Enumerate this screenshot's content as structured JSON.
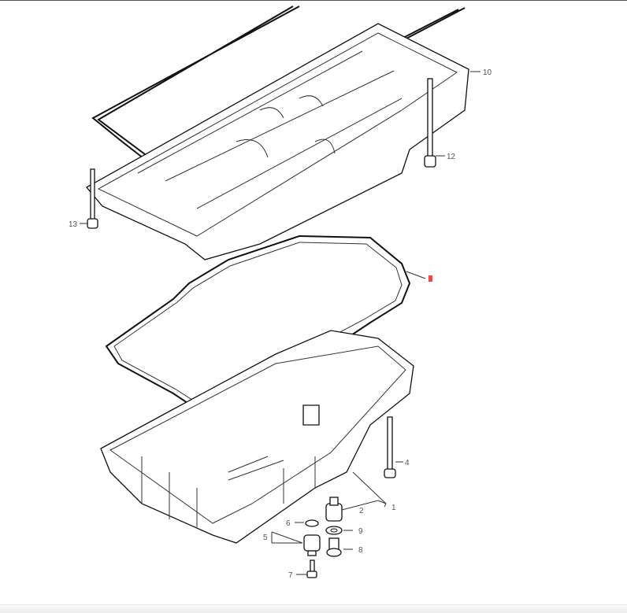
{
  "diagram": {
    "callouts": [
      {
        "id": "upper-pan",
        "label": "10"
      },
      {
        "id": "upper-bolt",
        "label": "12"
      },
      {
        "id": "side-bolt",
        "label": "13"
      },
      {
        "id": "bolt",
        "label": "4"
      },
      {
        "id": "lower-pan",
        "label": "1"
      },
      {
        "id": "drain-plug",
        "label": "2"
      },
      {
        "id": "washer",
        "label": "9"
      },
      {
        "id": "plug",
        "label": "8"
      },
      {
        "id": "o-ring",
        "label": "6"
      },
      {
        "id": "sensor",
        "label": "5"
      },
      {
        "id": "screw",
        "label": "7"
      }
    ],
    "highlight_color": "#e84a4a"
  }
}
